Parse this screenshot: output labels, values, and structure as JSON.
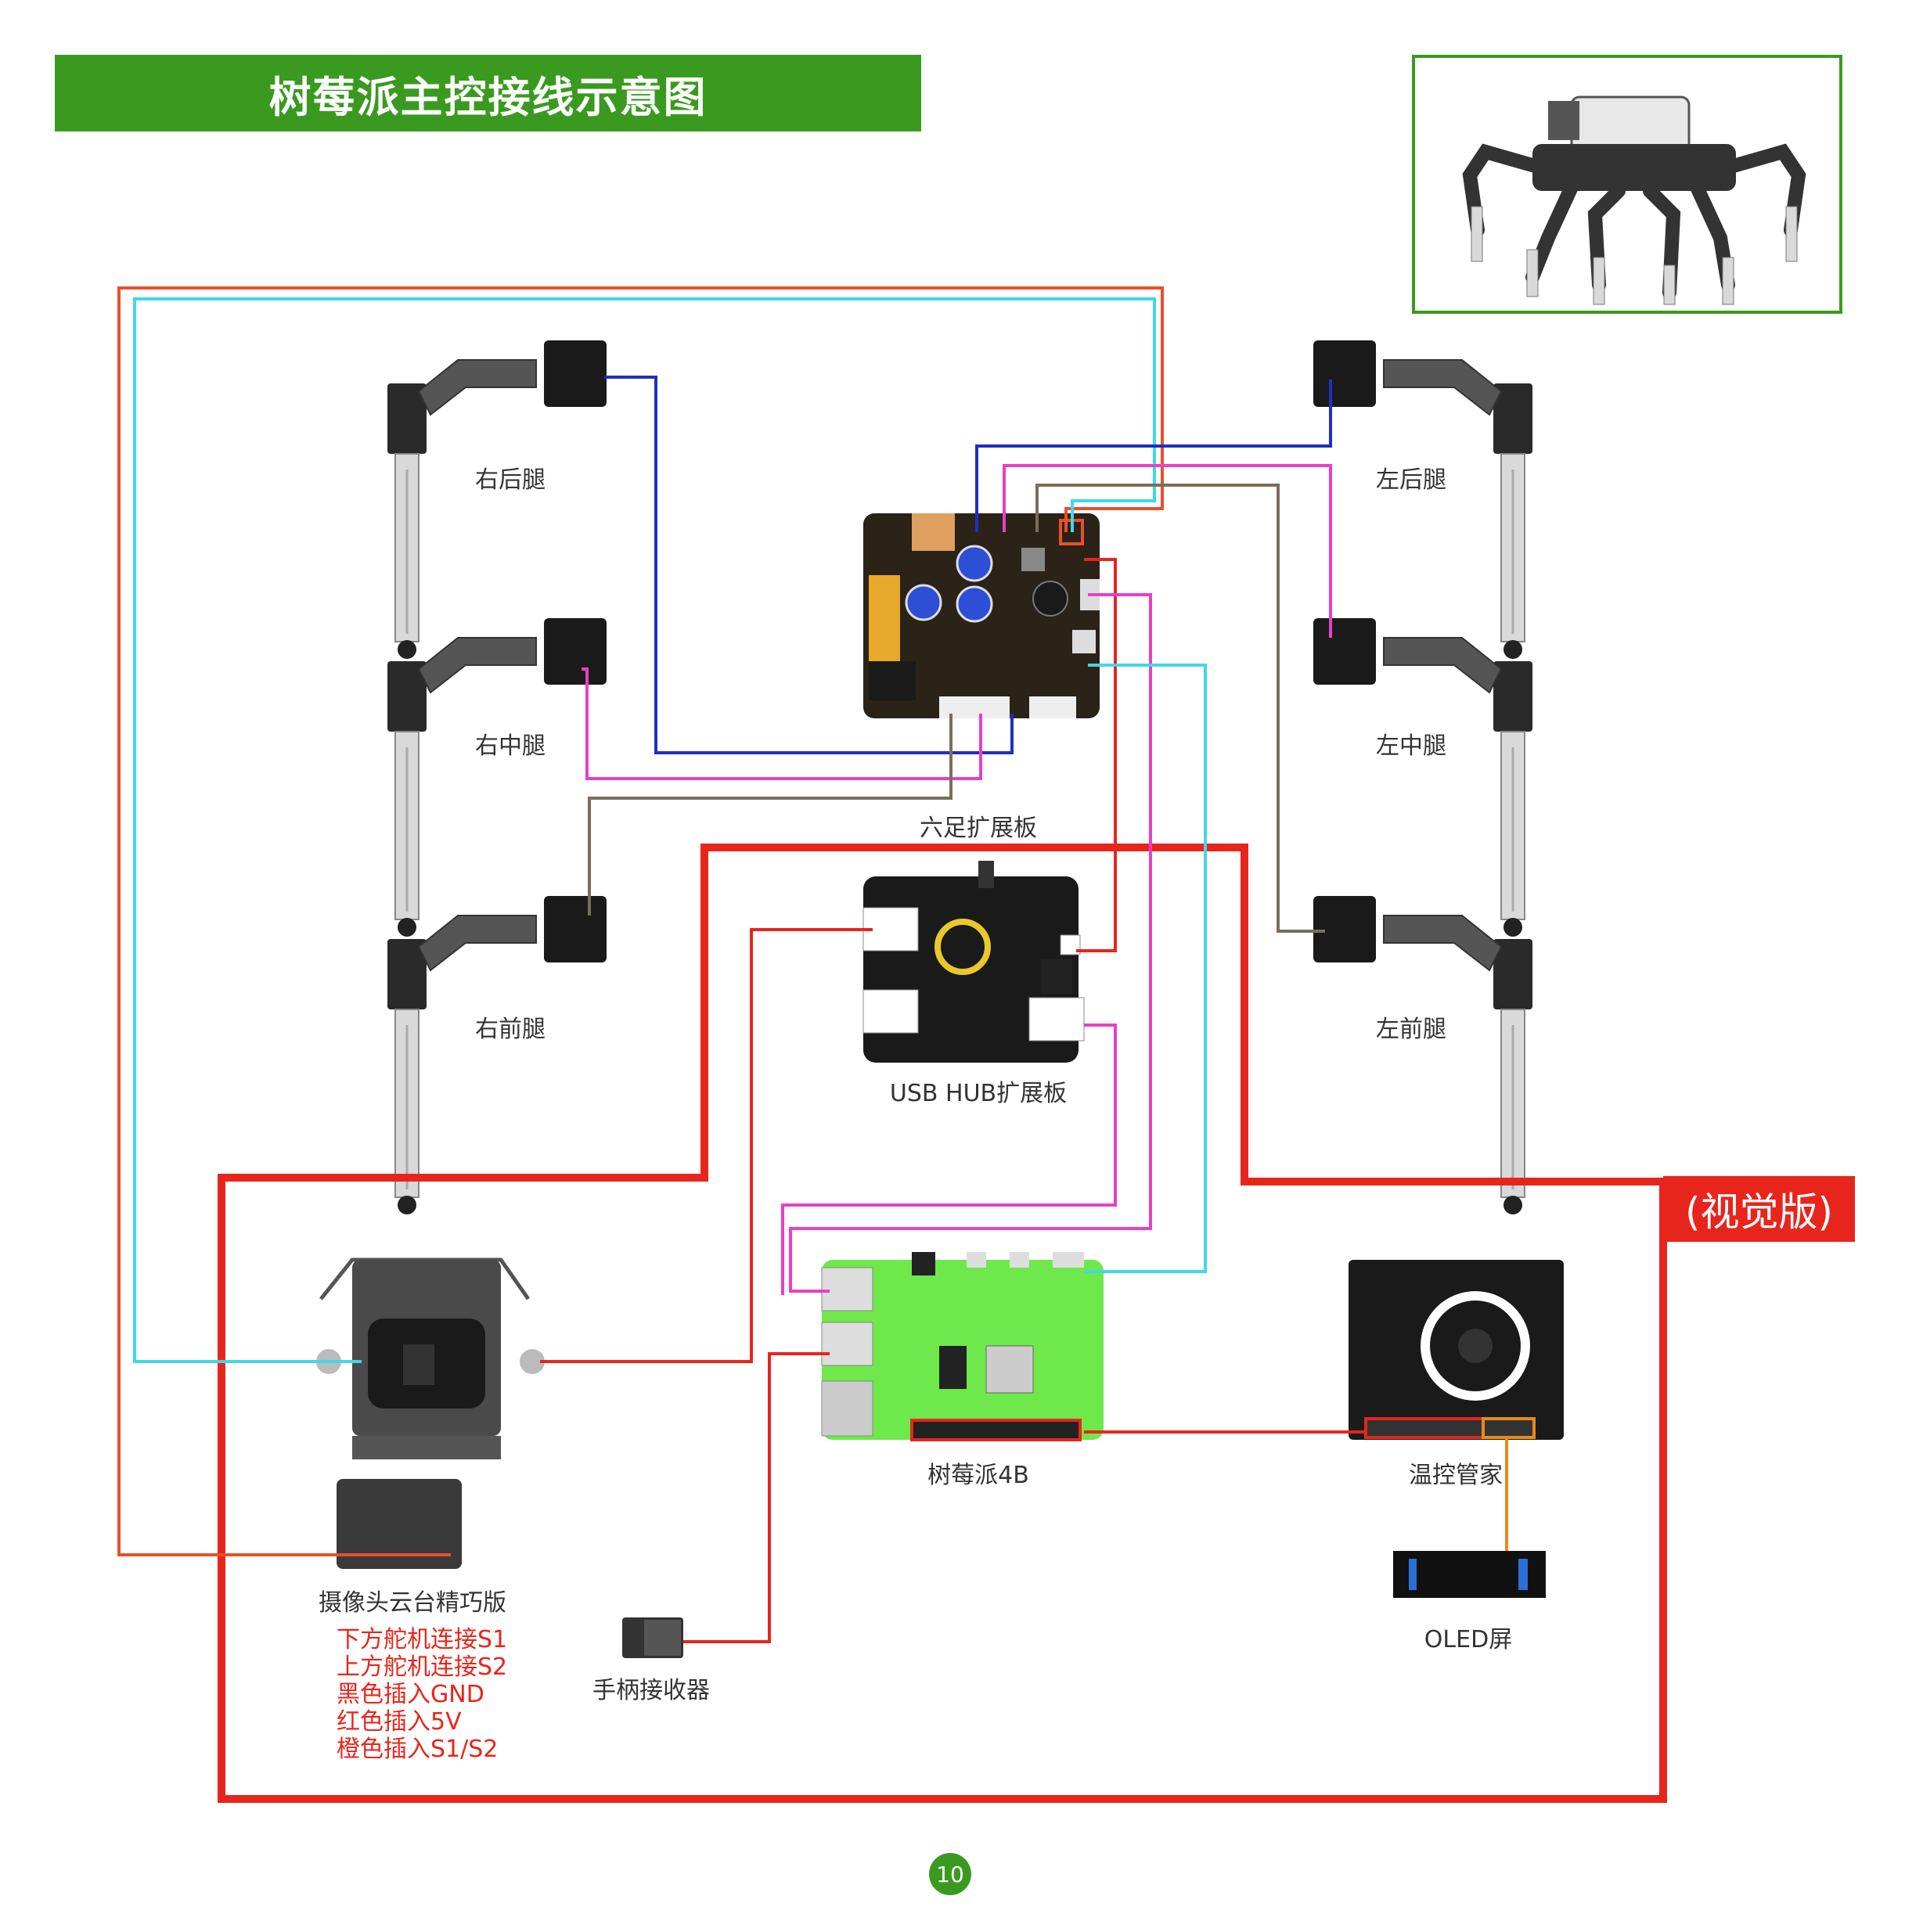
{
  "title": "树莓派主控接线示意图",
  "vision_tag": "(视觉版)",
  "page_number": "10",
  "legs": {
    "right_back": "右后腿",
    "right_mid": "右中腿",
    "right_front": "右前腿",
    "left_back": "左后腿",
    "left_mid": "左中腿",
    "left_front": "左前腿"
  },
  "boards": {
    "hexapod_board": "六足扩展板",
    "usb_hub": "USB HUB扩展板",
    "raspberry_pi": "树莓派4B",
    "temp_manager": "温控管家",
    "oled": "OLED屏",
    "gamepad_receiver": "手柄接收器",
    "camera_gimbal": "摄像头云台精巧版"
  },
  "camera_notes": [
    "下方舵机连接S1",
    "上方舵机连接S2",
    "黑色插入GND",
    "红色插入5V",
    "橙色插入S1/S2"
  ],
  "colors": {
    "brand_green": "#3a9a1f",
    "frame_red": "#e8251c",
    "wire_orange_red": "#e8502a",
    "wire_cyan": "#3fd8e8",
    "wire_blue": "#1f2fbf",
    "wire_magenta": "#e83fc8",
    "wire_gray": "#7a6e5a",
    "wire_orange": "#e88a1a",
    "pi_green": "#6ee84a"
  }
}
